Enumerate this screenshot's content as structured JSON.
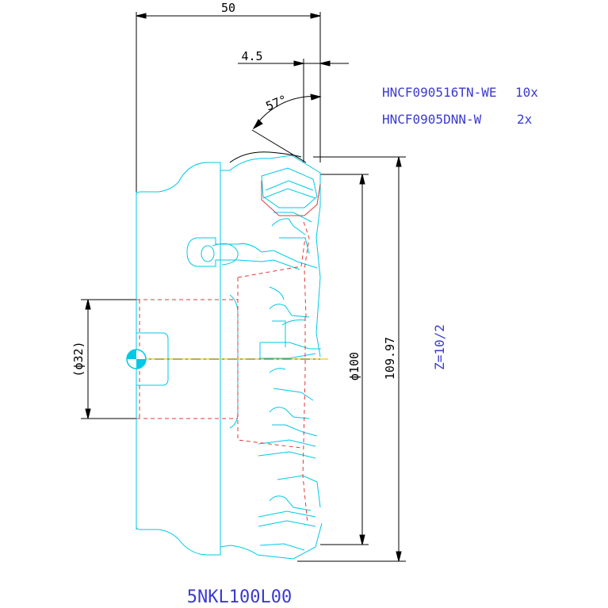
{
  "dimensions": {
    "width_total": "50",
    "offset_top": "4.5",
    "angle": "57°",
    "diameter_cutter": "ϕ100",
    "diameter_outer": "109.97",
    "diameter_bore": "(ϕ32)"
  },
  "inserts": [
    {
      "code": "HNCF090516TN-WE",
      "qty": "10x"
    },
    {
      "code": "HNCF0905DNN-W",
      "qty": "2x"
    }
  ],
  "teeth_note": "Z=10/2",
  "tool_name": "5NKL100L00",
  "colors": {
    "outline": "#00c8e6",
    "hidden": "#e03a3a",
    "centerline": "#e6d000",
    "dim": "#000000",
    "text": "#3b3bd0"
  }
}
